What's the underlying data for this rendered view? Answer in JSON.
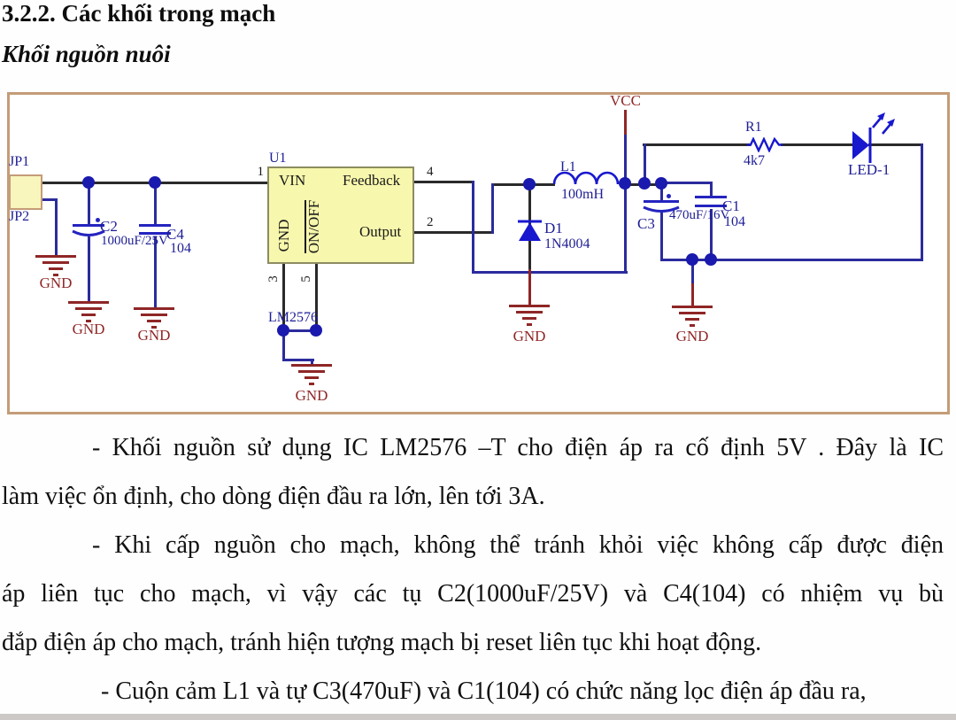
{
  "header": {
    "title": "3.2.2. Các khối trong mạch",
    "subtitle": "Khối nguồn nuôi"
  },
  "schematic": {
    "jp1": "JP1",
    "jp2": "JP2",
    "u1_ref": "U1",
    "u1_part": "LM2576",
    "pin_vin": "VIN",
    "pin_feedback": "Feedback",
    "pin_output": "Output",
    "pin_gnd": "GND",
    "pin_onoff": "ON/OFF",
    "pin_no_1": "1",
    "pin_no_2": "2",
    "pin_no_3": "3",
    "pin_no_4": "4",
    "pin_no_5": "5",
    "c2_ref": "C2",
    "c2_val": "1000uF/25V",
    "c4_ref": "C4",
    "c4_val": "104",
    "l1_ref": "L1",
    "l1_val": "100mH",
    "d1_ref": "D1",
    "d1_val": "1N4004",
    "c3_ref": "C3",
    "c3_val": "470uF/16V",
    "c1_ref": "C1",
    "c1_val": "104",
    "r1_ref": "R1",
    "r1_val": "4k7",
    "led_ref": "LED-1",
    "vcc": "VCC",
    "gnd": "GND"
  },
  "body": {
    "lines": [
      "-  Khối nguồn sử dụng IC LM2576 –T cho điện áp ra cố định 5V . Đây là IC",
      "làm việc ổn định, cho dòng điện đầu ra lớn, lên tới 3A.",
      "-  Khi cấp nguồn cho mạch, không thể tránh khỏi việc không cấp được điện",
      "áp liên tục cho mạch, vì vậy các tụ C2(1000uF/25V) và C4(104) có nhiệm vụ bù",
      "đắp điện áp cho mạch, tránh hiện tượng mạch bị reset liên tục khi hoạt động.",
      "- Cuộn cảm L1 và tự C3(470uF) và C1(104) có chức năng lọc điện áp đầu ra,"
    ]
  },
  "palette": {
    "wire_black": "#2a2a2a",
    "wire_blue": "#2b2b9d",
    "component_blue": "#1818cf",
    "junction_blue": "#1a1aae",
    "label_blue": "#1d1d95",
    "ground_red": "#8f2626",
    "ic_fill": "#f7f7ad",
    "connector_fill": "#f8f5bd",
    "frame_tan": "#c49c78"
  }
}
